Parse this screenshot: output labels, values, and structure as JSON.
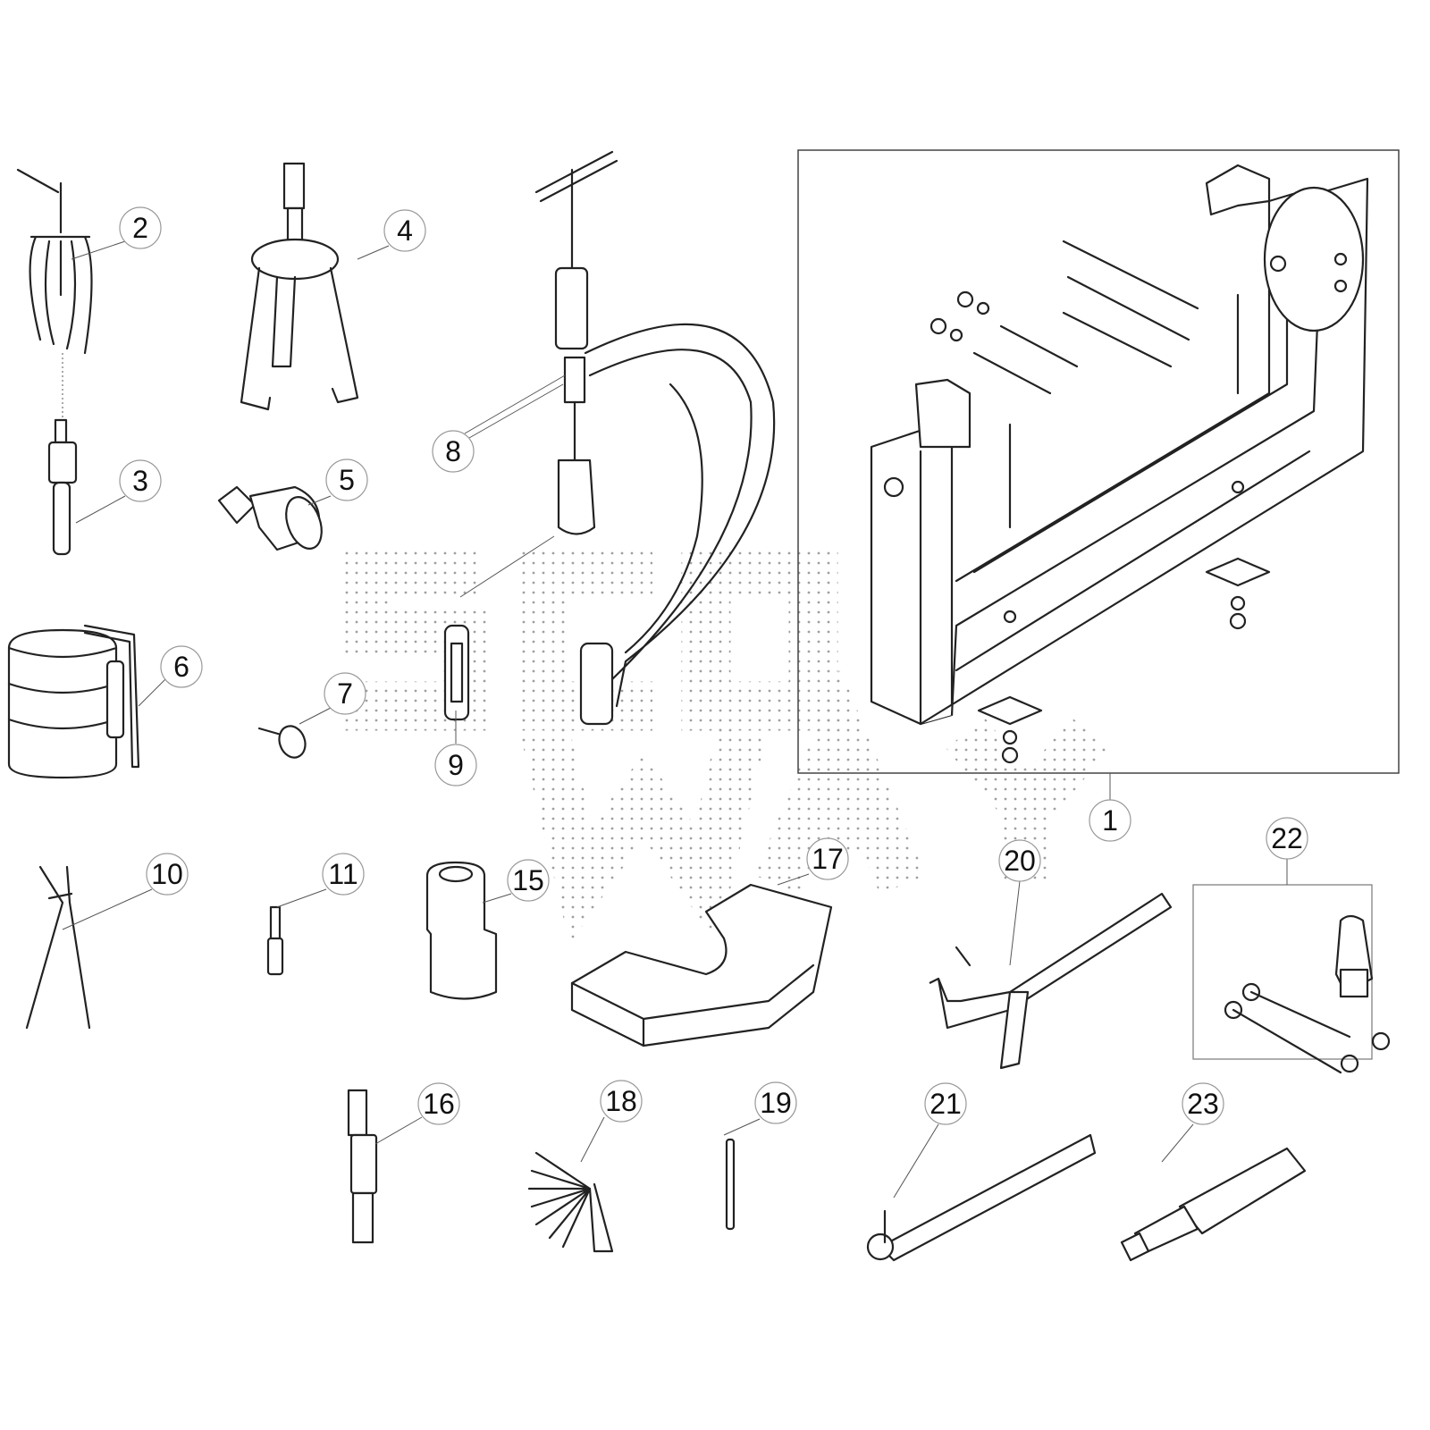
{
  "watermark": {
    "text": "SCOOTWAY"
  },
  "callouts": {
    "c1": "1",
    "c2": "2",
    "c3": "3",
    "c4": "4",
    "c5": "5",
    "c6": "6",
    "c7": "7",
    "c8": "8",
    "c9": "9",
    "c10": "10",
    "c11": "11",
    "c15": "15",
    "c16": "16",
    "c17": "17",
    "c18": "18",
    "c19": "19",
    "c20": "20",
    "c21": "21",
    "c22": "22",
    "c23": "23"
  }
}
